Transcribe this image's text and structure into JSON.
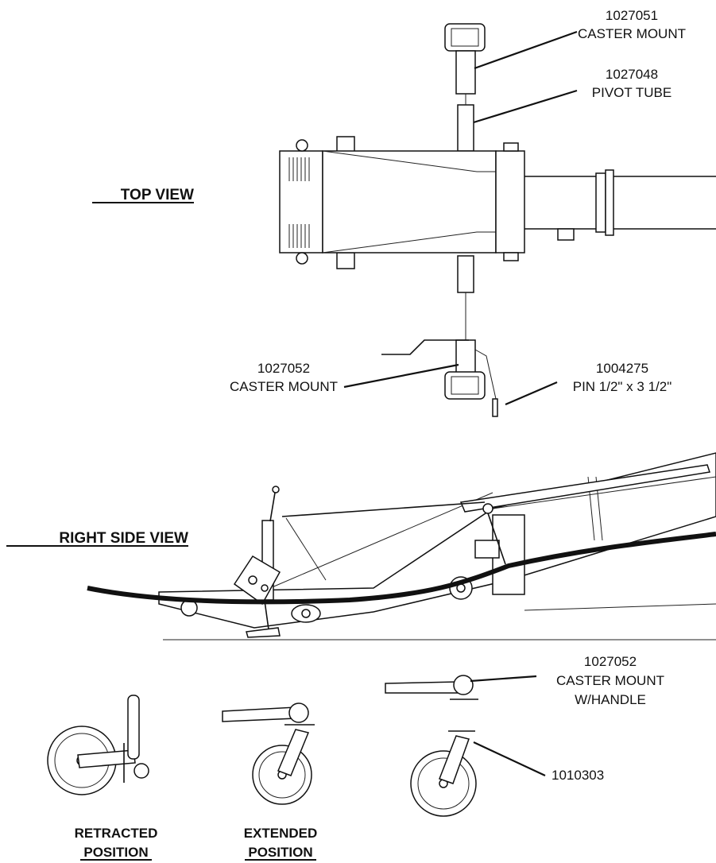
{
  "views": {
    "top": "TOP VIEW",
    "side": "RIGHT SIDE VIEW"
  },
  "callouts": {
    "caster_mount_top": {
      "part": "1027051",
      "desc": "CASTER MOUNT"
    },
    "pivot_tube": {
      "part": "1027048",
      "desc": "PIVOT TUBE"
    },
    "caster_mount_bottom": {
      "part": "1027052",
      "desc": "CASTER MOUNT"
    },
    "pin": {
      "part": "1004275",
      "desc": "PIN 1/2\" x 3 1/2\""
    },
    "caster_handle": {
      "part": "1027052",
      "desc": "CASTER MOUNT",
      "desc2": "W/HANDLE"
    },
    "wheel": {
      "part": "1010303"
    }
  },
  "positions": {
    "retracted": {
      "line1": "RETRACTED",
      "line2": "POSITION"
    },
    "extended": {
      "line1": "EXTENDED",
      "line2": "POSITION"
    }
  }
}
